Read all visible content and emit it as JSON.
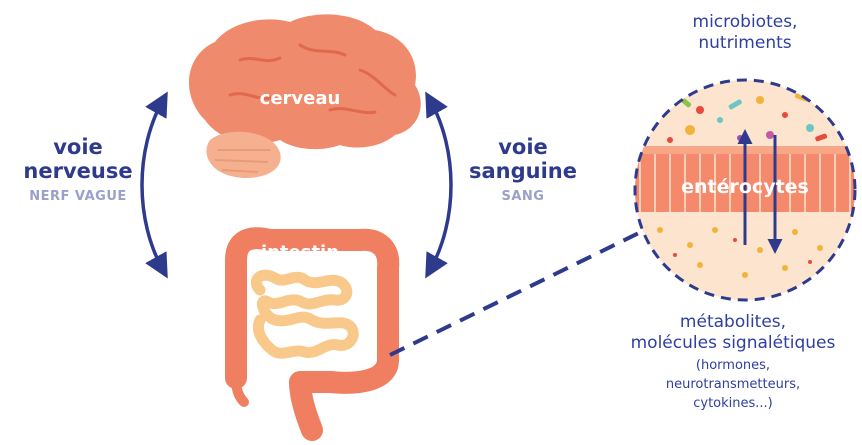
{
  "labels": {
    "brain": "cerveau",
    "intestine": "intestin",
    "enterocytes": "entérocytes",
    "left_title_1": "voie",
    "left_title_2": "nerveuse",
    "left_sub": "NERF VAGUE",
    "right_title_1": "voie",
    "right_title_2": "sanguine",
    "right_sub": "SANG",
    "top_1": "microbiotes,",
    "top_2": "nutriments",
    "bottom_1": "métabolites,",
    "bottom_2": "molécules signalétiques",
    "bottom_3": "(hormones,",
    "bottom_4": "neurotransmetteurs,",
    "bottom_5": "cytokines...)"
  },
  "colors": {
    "brain": "#f08a6c",
    "brain_dark": "#e0694b",
    "cerebellum": "#f5b08f",
    "intestine": "#ef7f60",
    "small_intestine": "#f9c98c",
    "path_blue": "#2e3a8c",
    "circle_fill": "#fde4cf",
    "cells": "#f4896c"
  }
}
